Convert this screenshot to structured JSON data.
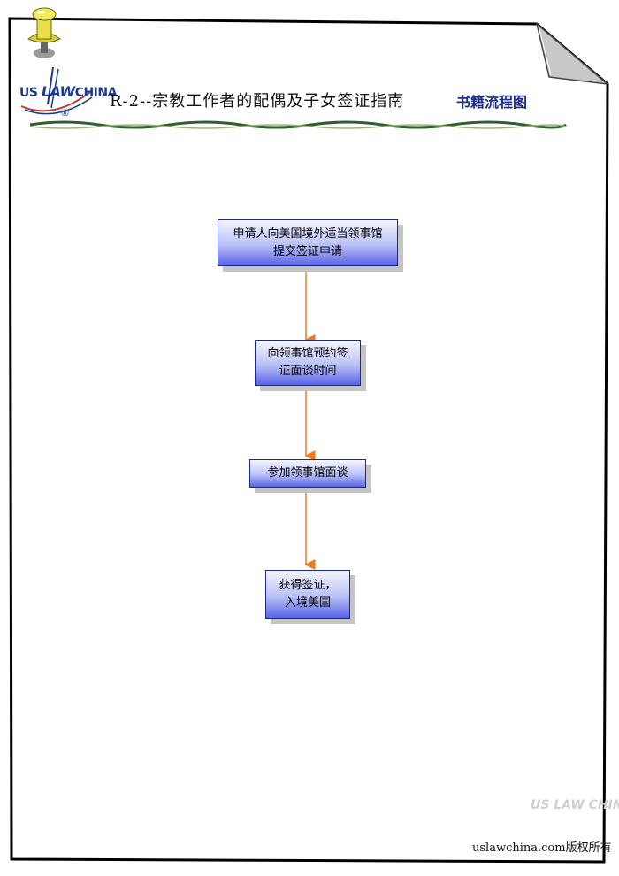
{
  "header": {
    "logo_text_left": "US",
    "logo_text_law": "LAW",
    "logo_text_right": "CHINA",
    "logo_registered": "®",
    "title": "R-2--宗教工作者的配偶及子女签证指南",
    "subtitle": "书籍流程图"
  },
  "flowchart": {
    "nodes": [
      {
        "id": "n1",
        "label": "申请人向美国境外适当领事馆\n提交签证申请"
      },
      {
        "id": "n2",
        "label": "向领事馆预约签\n证面谈时间"
      },
      {
        "id": "n3",
        "label": "参加领事馆面谈"
      },
      {
        "id": "n4",
        "label": "获得签证，\n入境美国"
      }
    ],
    "edges": [
      {
        "from": "n1",
        "to": "n2"
      },
      {
        "from": "n2",
        "to": "n3"
      },
      {
        "from": "n3",
        "to": "n4"
      }
    ]
  },
  "footer": {
    "watermark": "US LAW CHINA",
    "copyright": "uslawchina.com版权所有"
  },
  "colors": {
    "connector": "#f07a1a",
    "node_border": "#1c2a8c",
    "title_accent": "#1a2b8a"
  }
}
